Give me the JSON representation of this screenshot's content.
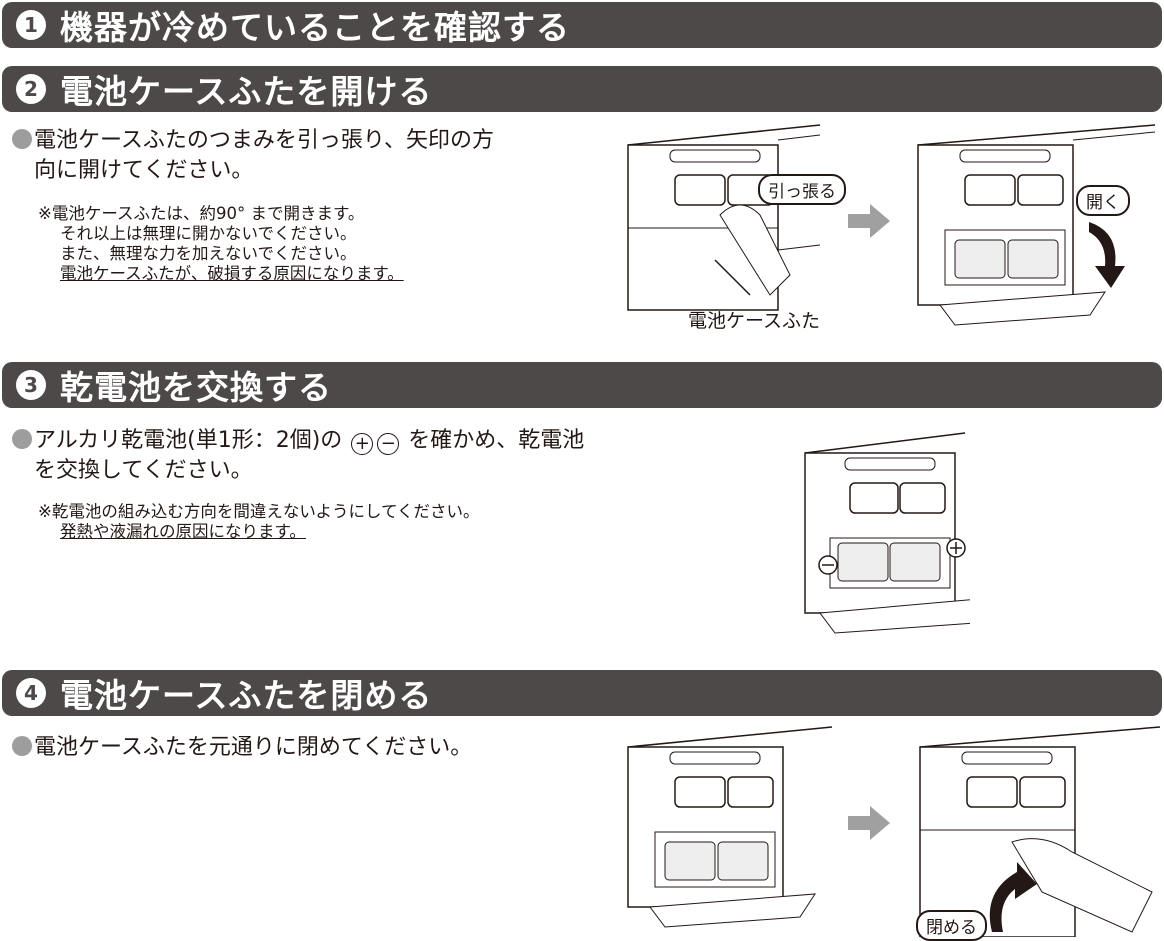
{
  "steps": [
    {
      "number": "1",
      "title": "機器が冷めていることを確認する"
    },
    {
      "number": "2",
      "title": "電池ケースふたを開ける",
      "body": [
        "電池ケースふたのつまみを引っ張り、矢印の方",
        "向に開けてください。"
      ],
      "notes": [
        "※電池ケースふたは、約90° まで開きます。",
        "それ以上は無理に開かないでください。",
        "また、無理な力を加えないでください。",
        "電池ケースふたが、破損する原因になります。"
      ],
      "labels": {
        "pull": "引っ張る",
        "cover": "電池ケースふた",
        "open": "開く"
      }
    },
    {
      "number": "3",
      "title": "乾電池を交換する",
      "body": [
        "アルカリ乾電池(単1形：2個)の",
        "を確かめ、乾電池",
        "を交換してください。"
      ],
      "plus": "+",
      "minus": "−",
      "notes": [
        "※乾電池の組み込む方向を間違えないようにしてください。",
        "発熱や液漏れの原因になります。"
      ]
    },
    {
      "number": "4",
      "title": "電池ケースふたを閉める",
      "body": [
        "電池ケースふたを元通りに閉めてください。"
      ],
      "labels": {
        "close": "閉める"
      }
    }
  ],
  "colors": {
    "bar": "#4d4948",
    "bullet": "#9d9d9d",
    "arrow": "#a0a0a0"
  }
}
